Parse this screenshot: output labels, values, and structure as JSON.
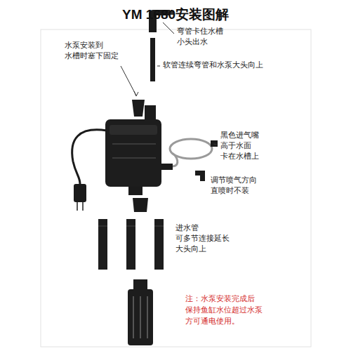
{
  "diagram": {
    "title": "YM 1680安装图解",
    "nodes": [
      {
        "text": [
          "注：水泵安装完成后 保持鱼缸水位超过水泵 方可通电使用。"
        ]
      }
    ],
    "labels": [
      "水泵安装到 水槽时塞下固定",
      "弯管卡住水槽 小头出水",
      "软管连续弯管和水泵大头向上",
      "黑色进气嘴 高于水面 卡在水槽上",
      "调节喷气方向 直喷时不装",
      "进水管 可多节连接延长 大头向上"
    ]
  }
}
